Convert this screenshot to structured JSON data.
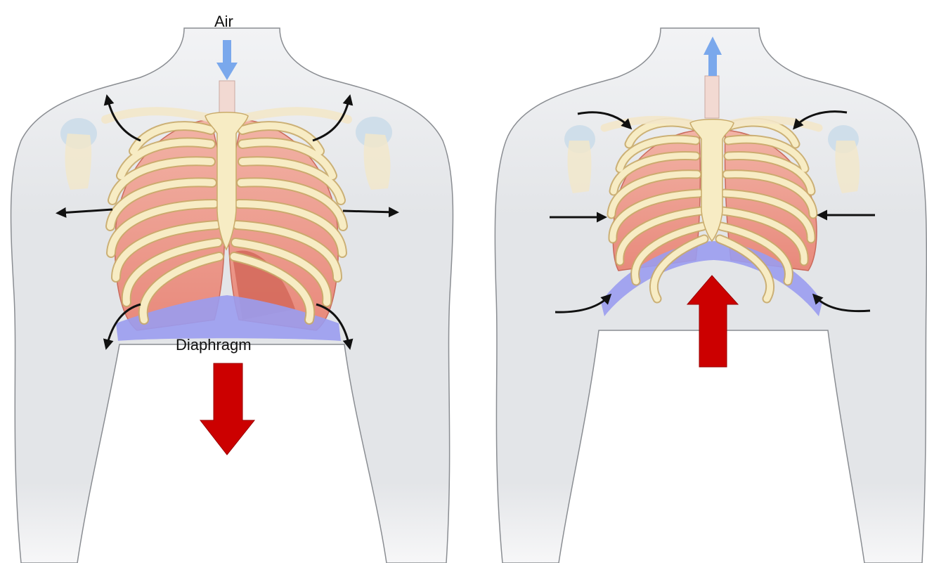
{
  "labels": {
    "air": "Air",
    "diaphragm": "Diaphragm"
  },
  "panels": [
    {
      "phase": "inhalation",
      "diaphragm_motion": "down",
      "airflow": "in",
      "ribcage": "expands"
    },
    {
      "phase": "exhalation",
      "diaphragm_motion": "up",
      "airflow": "out",
      "ribcage": "contracts"
    }
  ],
  "colors": {
    "body": "#e2e4e7",
    "body_outline": "#8a8d92",
    "lung": "#e98f82",
    "lung_shade": "#d4695b",
    "rib": "#f7ecc4",
    "rib_outline": "#c9ab6a",
    "diaphragm": "#9a9cf0",
    "air_arrow": "#7aa8ec",
    "motion_arrow": "#cc0000",
    "direction_arrow": "#111111"
  }
}
